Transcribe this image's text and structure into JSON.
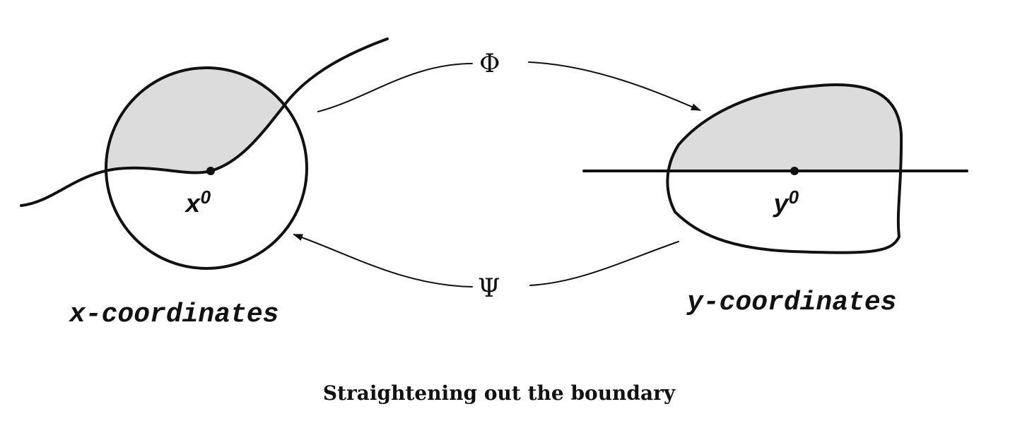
{
  "left_panel": {
    "point_label": "x",
    "point_superscript": "0",
    "coordinates_label": "x-coordinates"
  },
  "right_panel": {
    "point_label": "y",
    "point_superscript": "0",
    "coordinates_label": "y-coordinates"
  },
  "maps": {
    "forward_symbol": "Φ",
    "inverse_symbol": "Ψ"
  },
  "caption": "Straightening out the boundary",
  "colors": {
    "shaded_region": "#dcdcdc",
    "ink": "#111111"
  }
}
